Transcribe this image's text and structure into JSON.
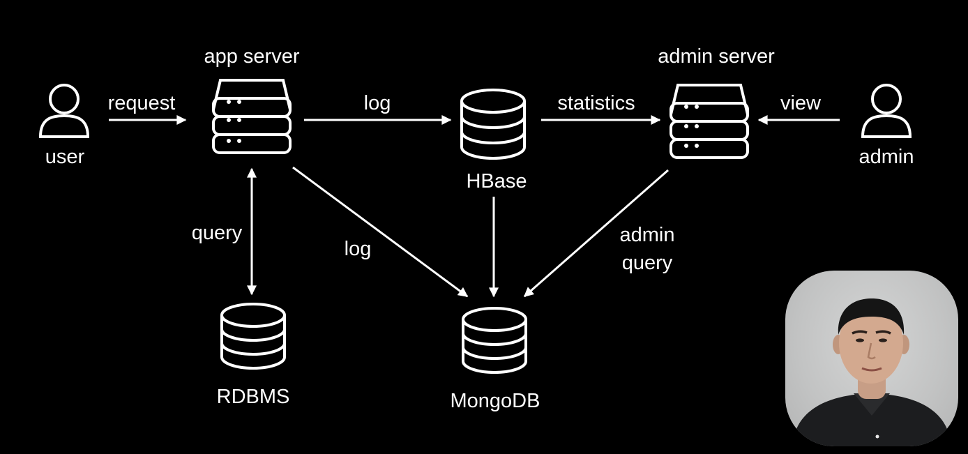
{
  "diagram": {
    "nodes": {
      "user": "user",
      "app_server": "app server",
      "hbase": "HBase",
      "admin_server": "admin server",
      "admin": "admin",
      "rdbms": "RDBMS",
      "mongodb": "MongoDB"
    },
    "edges": {
      "request": "request",
      "log_top": "log",
      "statistics": "statistics",
      "view": "view",
      "query": "query",
      "log_diag": "log",
      "admin_query_line1": "admin",
      "admin_query_line2": "query"
    }
  },
  "colors": {
    "background": "#000000",
    "foreground": "#ffffff"
  },
  "icons": {
    "user": "person-icon",
    "admin": "person-icon",
    "app_server": "server-icon",
    "admin_server": "server-icon",
    "hbase": "database-icon",
    "rdbms": "database-icon",
    "mongodb": "database-icon"
  }
}
